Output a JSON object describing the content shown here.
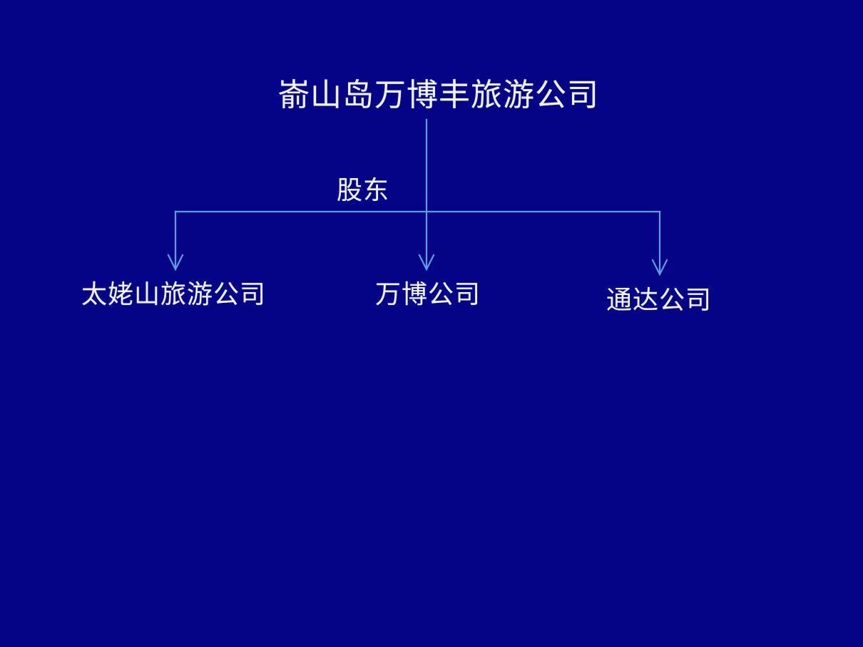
{
  "slide": {
    "background_color": "#060486",
    "text_color": "#f2f3fa",
    "connector_color": "#5b9fe0"
  },
  "diagram": {
    "type": "organization-chart",
    "root": {
      "label": "嵛山岛万博丰旅游公司"
    },
    "edge_label": "股东",
    "children": [
      {
        "label": "太姥山旅游公司"
      },
      {
        "label": "万博公司"
      },
      {
        "label": "通达公司"
      }
    ]
  }
}
